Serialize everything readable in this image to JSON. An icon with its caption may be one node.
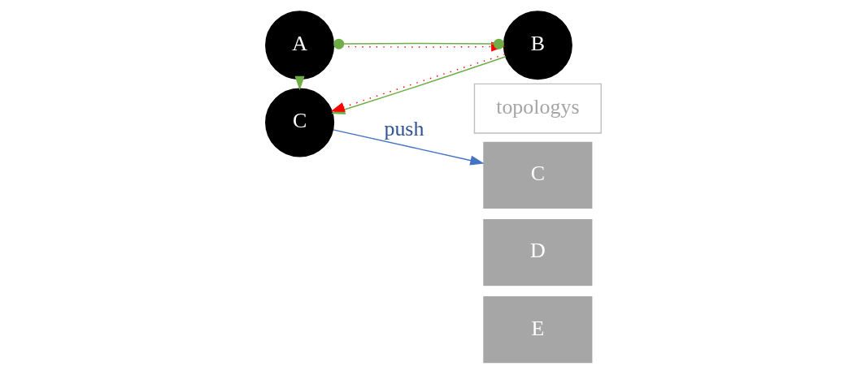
{
  "diagram": {
    "nodes": [
      {
        "text": [
          "A"
        ]
      },
      {
        "text": [
          "B"
        ]
      },
      {
        "text": [
          "C"
        ]
      },
      {
        "text": [
          "topologys"
        ]
      },
      {
        "text": [
          "C"
        ]
      },
      {
        "text": [
          "D"
        ]
      },
      {
        "text": [
          "E"
        ]
      }
    ],
    "edges": [
      {
        "from": 0,
        "to": 1,
        "arrow": "to",
        "style": "dashed",
        "color": "#ff0000"
      },
      {
        "from": 0,
        "to": 1,
        "arrow": "other",
        "color": "#70ad47"
      },
      {
        "from": 0,
        "to": 2,
        "arrow": "to",
        "color": "#70ad47"
      },
      {
        "from": 1,
        "to": 2,
        "arrow": "to",
        "color": "#70ad47"
      },
      {
        "from": 1,
        "to": 2,
        "arrow": "to",
        "style": "dashed",
        "color": "#ff0000"
      },
      {
        "from": 2,
        "to": 4,
        "arrow": "to",
        "label": "push",
        "color": "#4472c4"
      }
    ]
  }
}
